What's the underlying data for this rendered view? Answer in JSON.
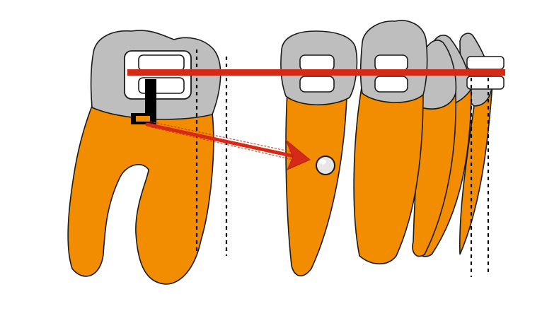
{
  "diagram": {
    "background": "#ffffff",
    "colors": {
      "root": "#F28C00",
      "crown": "#BEBEBE",
      "bracket": "#FFFFFF",
      "archwire": "#D42A17",
      "arrow": "#D42A17",
      "outline": "#1A1A1A",
      "reference_line": "#000000",
      "mini_screw": "#E6E6E6",
      "auxiliary_arm": "#000000"
    },
    "elements": {
      "molar": "molar-tooth",
      "canine": "canine-tooth",
      "premolars": "premolar-teeth",
      "incisors": "incisor-teeth",
      "archwire": "archwire",
      "power_arm": "power-arm",
      "force_vector": "force-arrow",
      "anchorage": "mini-screw",
      "reference_lines": "dashed-reference-lines"
    }
  }
}
